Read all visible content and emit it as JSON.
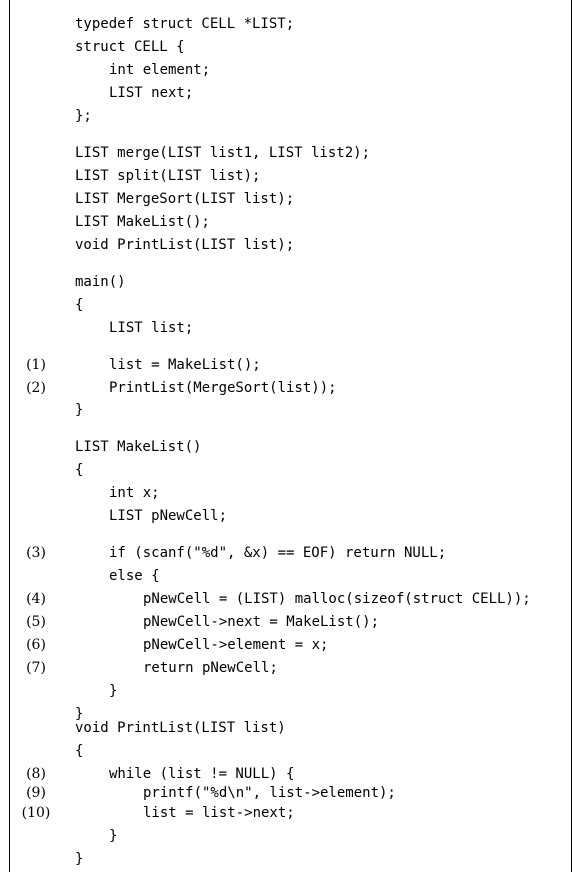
{
  "code_lines": [
    {
      "num": "",
      "text": "typedef struct CELL *LIST;"
    },
    {
      "num": "",
      "text": "struct CELL {"
    },
    {
      "num": "",
      "text": "int element;"
    },
    {
      "num": "",
      "text": "LIST next;"
    },
    {
      "num": "",
      "text": "};"
    },
    {
      "num": "",
      "text": "LIST merge(LIST list1, LIST list2);"
    },
    {
      "num": "",
      "text": "LIST split(LIST list);"
    },
    {
      "num": "",
      "text": "LIST MergeSort(LIST list);"
    },
    {
      "num": "",
      "text": "LIST MakeList();"
    },
    {
      "num": "",
      "text": "void PrintList(LIST list);"
    },
    {
      "num": "",
      "text": "main()"
    },
    {
      "num": "",
      "text": "{"
    },
    {
      "num": "",
      "text": "LIST list;"
    },
    {
      "num": "(1)",
      "text": "list = MakeList();"
    },
    {
      "num": "(2)",
      "text": "PrintList(MergeSort(list));"
    },
    {
      "num": "",
      "text": "}"
    },
    {
      "num": "",
      "text": "LIST MakeList()"
    },
    {
      "num": "",
      "text": "{"
    },
    {
      "num": "",
      "text": "int x;"
    },
    {
      "num": "",
      "text": "LIST pNewCell;"
    },
    {
      "num": "(3)",
      "text": "if (scanf(\"%d\", &x) == EOF) return NULL;"
    },
    {
      "num": "",
      "text": "else {"
    },
    {
      "num": "(4)",
      "text": "pNewCell = (LIST) malloc(sizeof(struct CELL));"
    },
    {
      "num": "(5)",
      "text": "pNewCell->next = MakeList();"
    },
    {
      "num": "(6)",
      "text": "pNewCell->element = x;"
    },
    {
      "num": "(7)",
      "text": "return pNewCell;"
    },
    {
      "num": "",
      "text": "}"
    },
    {
      "num": "",
      "text": "}"
    },
    {
      "num": "",
      "text": "void PrintList(LIST list)"
    },
    {
      "num": "",
      "text": "{"
    },
    {
      "num": "(8)",
      "text": "while (list != NULL) {"
    },
    {
      "num": "(9)",
      "text": "printf(\"%d\\n\", list->element);"
    },
    {
      "num": "(10)",
      "text": "list = list->next;"
    },
    {
      "num": "",
      "text": "}"
    },
    {
      "num": "",
      "text": "}"
    }
  ]
}
